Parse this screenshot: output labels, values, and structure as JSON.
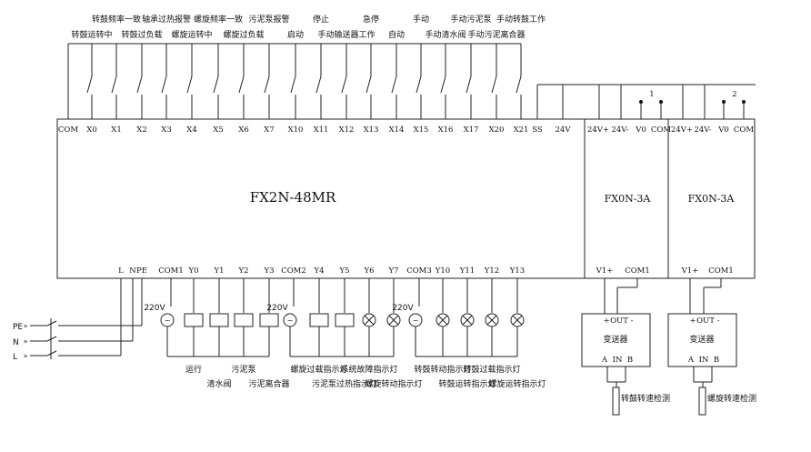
{
  "plc_model": "FX2N-48MR",
  "module_model": "FX0N-3A",
  "inputs": [
    {
      "terminal": "COM",
      "label": ""
    },
    {
      "terminal": "X0",
      "label": "转鼓运转中"
    },
    {
      "terminal": "X1",
      "label": "转鼓频率一致"
    },
    {
      "terminal": "X2",
      "label": "转鼓过负载"
    },
    {
      "terminal": "X3",
      "label": "轴承过热报警"
    },
    {
      "terminal": "X4",
      "label": "螺旋运转中"
    },
    {
      "terminal": "X5",
      "label": "螺旋频率一致"
    },
    {
      "terminal": "X6",
      "label": "螺旋过负载"
    },
    {
      "terminal": "X7",
      "label": "污泥泵报警"
    },
    {
      "terminal": "X10",
      "label": "启动"
    },
    {
      "terminal": "X11",
      "label": "停止"
    },
    {
      "terminal": "X12",
      "label": "手动输送器工作"
    },
    {
      "terminal": "X13",
      "label": "急停"
    },
    {
      "terminal": "X14",
      "label": "自动"
    },
    {
      "terminal": "X15",
      "label": "手动"
    },
    {
      "terminal": "X16",
      "label": "手动清水阀"
    },
    {
      "terminal": "X17",
      "label": "手动污泥泵"
    },
    {
      "terminal": "X20",
      "label": "手动污泥离合器"
    },
    {
      "terminal": "X21",
      "label": "手动转鼓工作"
    },
    {
      "terminal": "SS",
      "label": ""
    },
    {
      "terminal": "24V",
      "label": ""
    }
  ],
  "modules": [
    {
      "number": "1",
      "terminals_top": [
        "24V+",
        "24V-",
        "V0",
        "COM"
      ],
      "terminals_bottom": [
        "V1+",
        "COM1"
      ],
      "transmitter": "变送器",
      "sensor": "转鼓转速检测",
      "tx_pins_top": [
        "+",
        "OUT",
        "-"
      ],
      "tx_pins_bottom": [
        "A",
        "IN",
        "B"
      ]
    },
    {
      "number": "2",
      "terminals_top": [
        "24V+",
        "24V-",
        "V0",
        "COM"
      ],
      "terminals_bottom": [
        "V1+",
        "COM1"
      ],
      "transmitter": "变送器",
      "sensor": "螺旋转速检测",
      "tx_pins_top": [
        "+",
        "OUT",
        "-"
      ],
      "tx_pins_bottom": [
        "A",
        "IN",
        "B"
      ]
    }
  ],
  "power_terminals": [
    "L",
    "N",
    "PE"
  ],
  "power_lines": [
    "PE",
    "N",
    "L"
  ],
  "voltage": "220V",
  "outputs": [
    {
      "terminal": "COM1",
      "label": ""
    },
    {
      "terminal": "Y0",
      "label": "运行"
    },
    {
      "terminal": "Y1",
      "label": "清水阀"
    },
    {
      "terminal": "Y2",
      "label": "污泥泵"
    },
    {
      "terminal": "Y3",
      "label": "污泥离合器"
    },
    {
      "terminal": "COM2",
      "label": ""
    },
    {
      "terminal": "Y4",
      "label": "螺旋过载指示灯"
    },
    {
      "terminal": "Y5",
      "label": "污泥泵过热指示灯"
    },
    {
      "terminal": "Y6",
      "label": "系统故障指示灯"
    },
    {
      "terminal": "Y7",
      "label": "螺旋转动指示灯"
    },
    {
      "terminal": "COM3",
      "label": ""
    },
    {
      "terminal": "Y10",
      "label": "转鼓转动指示灯"
    },
    {
      "terminal": "Y11",
      "label": "转鼓运转指示灯"
    },
    {
      "terminal": "Y12",
      "label": "转鼓过载指示灯"
    },
    {
      "terminal": "Y13",
      "label": "螺旋运转指示灯"
    }
  ]
}
